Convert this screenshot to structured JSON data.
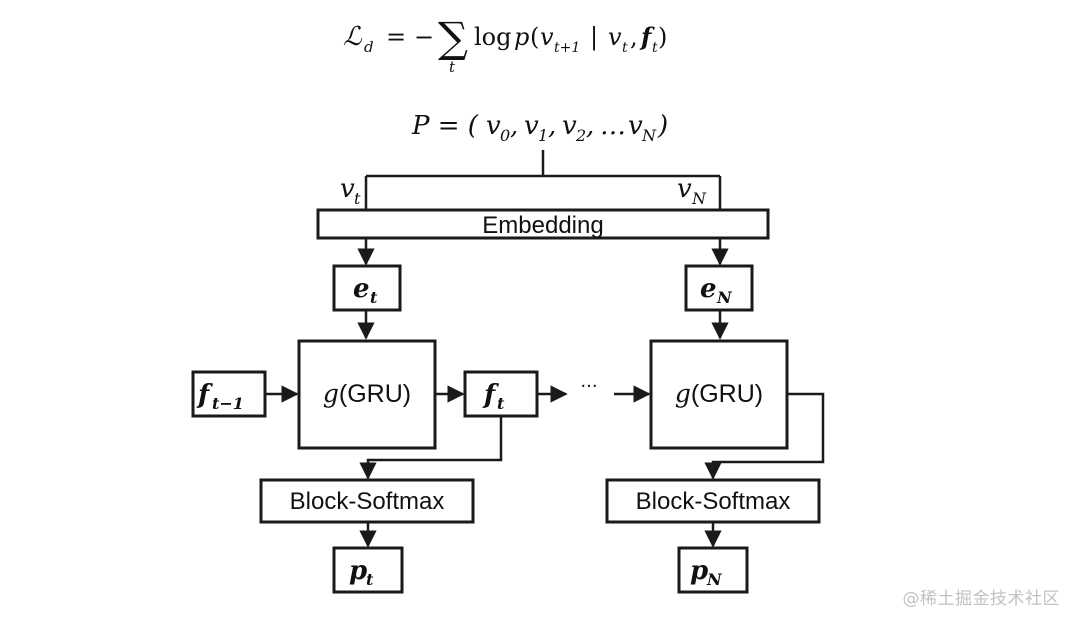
{
  "formula": {
    "lhs": "ℒ",
    "lhs_sub": "d",
    "equals": "=",
    "minus": "−",
    "sum": "∑",
    "sum_sub": "t",
    "log": "log",
    "p": "p",
    "open": "(",
    "v_next": "v",
    "v_next_sub": "t+1",
    "bar": "|",
    "v_cur": "v",
    "v_cur_sub": "t",
    "comma": ",",
    "f": "f",
    "f_sub": "t",
    "close": ")"
  },
  "diagram": {
    "sequence": {
      "prefix": "P = (",
      "items": [
        {
          "sym": "v",
          "sub": "0"
        },
        {
          "sym": "v",
          "sub": "1"
        },
        {
          "sym": "v",
          "sub": "2"
        }
      ],
      "sep": ",",
      "ellipsis": "…",
      "last": {
        "sym": "v",
        "sub": "N"
      },
      "suffix": ")"
    },
    "input_left": {
      "sym": "v",
      "sub": "t"
    },
    "input_right": {
      "sym": "v",
      "sub": "N"
    },
    "embedding_label": "Embedding",
    "embed_left": {
      "sym": "e",
      "sub": "t"
    },
    "embed_right": {
      "sym": "e",
      "sub": "N"
    },
    "f_prev": {
      "sym": "f",
      "sub": "t−1"
    },
    "gru_left": {
      "g": "g",
      "rest": "(GRU)"
    },
    "f_cur": {
      "sym": "f",
      "sub": "t"
    },
    "dots": "···",
    "gru_right": {
      "g": "g",
      "rest": "(GRU)"
    },
    "softmax_left": "Block-Softmax",
    "softmax_right": "Block-Softmax",
    "out_left": {
      "sym": "p",
      "sub": "t"
    },
    "out_right": {
      "sym": "p",
      "sub": "N"
    }
  },
  "watermark": "@稀土掘金技术社区"
}
